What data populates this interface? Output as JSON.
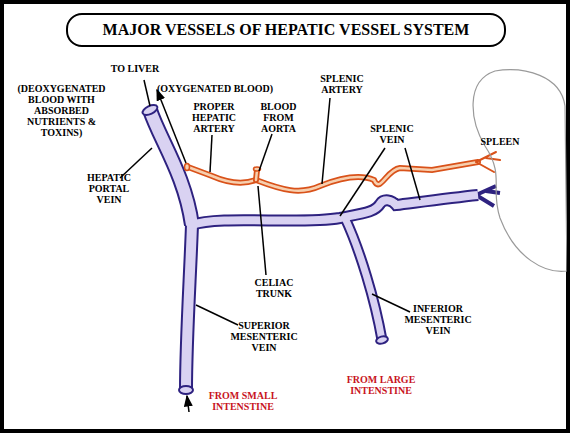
{
  "diagram": {
    "title": "MAJOR VESSELS OF HEPATIC VESSEL SYSTEM",
    "nodes": [
      {
        "text": [
          "SPLEEN"
        ]
      }
    ],
    "labels": [
      "TO LIVER",
      "(DEOXYGENATED BLOOD WITH ABSORBED NUTRIENTS & TOXINS)",
      "(OXYGENATED BLOOD)",
      "PROPER HEPATIC ARTERY",
      "BLOOD FROM AORTA",
      "SPLENIC ARTERY",
      "SPLENIC VEIN",
      "HEPATIC PORTAL VEIN",
      "CELIAC TRUNK",
      "SUPERIOR MESENTERIC VEIN",
      "INFERIOR MESENTERIC VEIN",
      "FROM SMALL INTENSTINE",
      "FROM LARGE INTENSTINE"
    ]
  }
}
